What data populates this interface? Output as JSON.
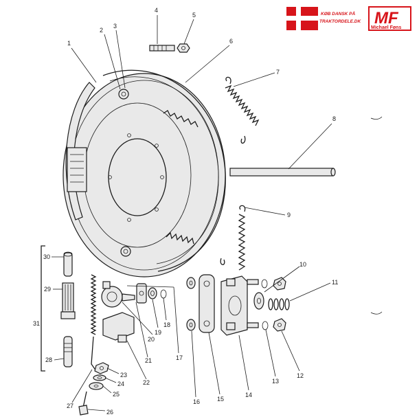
{
  "logo": {
    "line1": "KØB DANSK PÅ",
    "line2": "TRAKTORDELE.DK",
    "brand": "MF",
    "brand_sub": "Michael Føns"
  },
  "colors": {
    "flag_red": "#d7141a",
    "ink": "#1c1c1c"
  },
  "parts": [
    {
      "id": "1",
      "label": "1"
    },
    {
      "id": "2",
      "label": "2"
    },
    {
      "id": "3",
      "label": "3"
    },
    {
      "id": "4",
      "label": "4"
    },
    {
      "id": "5",
      "label": "5"
    },
    {
      "id": "6",
      "label": "6"
    },
    {
      "id": "7",
      "label": "7"
    },
    {
      "id": "8",
      "label": "8"
    },
    {
      "id": "9",
      "label": "9"
    },
    {
      "id": "10",
      "label": "10"
    },
    {
      "id": "11",
      "label": "11"
    },
    {
      "id": "12",
      "label": "12"
    },
    {
      "id": "13",
      "label": "13"
    },
    {
      "id": "14",
      "label": "14"
    },
    {
      "id": "15",
      "label": "15"
    },
    {
      "id": "16",
      "label": "16"
    },
    {
      "id": "17",
      "label": "17"
    },
    {
      "id": "18",
      "label": "18"
    },
    {
      "id": "19",
      "label": "19"
    },
    {
      "id": "20",
      "label": "20"
    },
    {
      "id": "21",
      "label": "21"
    },
    {
      "id": "22",
      "label": "22"
    },
    {
      "id": "23",
      "label": "23"
    },
    {
      "id": "24",
      "label": "24"
    },
    {
      "id": "25",
      "label": "25"
    },
    {
      "id": "26",
      "label": "26"
    },
    {
      "id": "27",
      "label": "27"
    },
    {
      "id": "28",
      "label": "28"
    },
    {
      "id": "29",
      "label": "29"
    },
    {
      "id": "30",
      "label": "30"
    },
    {
      "id": "31",
      "label": "31"
    }
  ]
}
